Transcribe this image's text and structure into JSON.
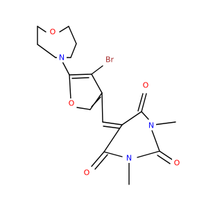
{
  "molecule": {
    "atoms": {
      "o_morpholine": "O",
      "n_morpholine": "N",
      "br": "Br",
      "o_furan": "O",
      "o_carbonyl_top": "O",
      "n_methyl_top": "N",
      "o_carbonyl_right": "O",
      "n_methyl_bottom": "N",
      "o_carbonyl_bottom": "O"
    },
    "colors": {
      "bond": "#000000",
      "oxygen": "#ff0000",
      "nitrogen": "#0000ff",
      "bromine": "#a52a2a"
    }
  }
}
